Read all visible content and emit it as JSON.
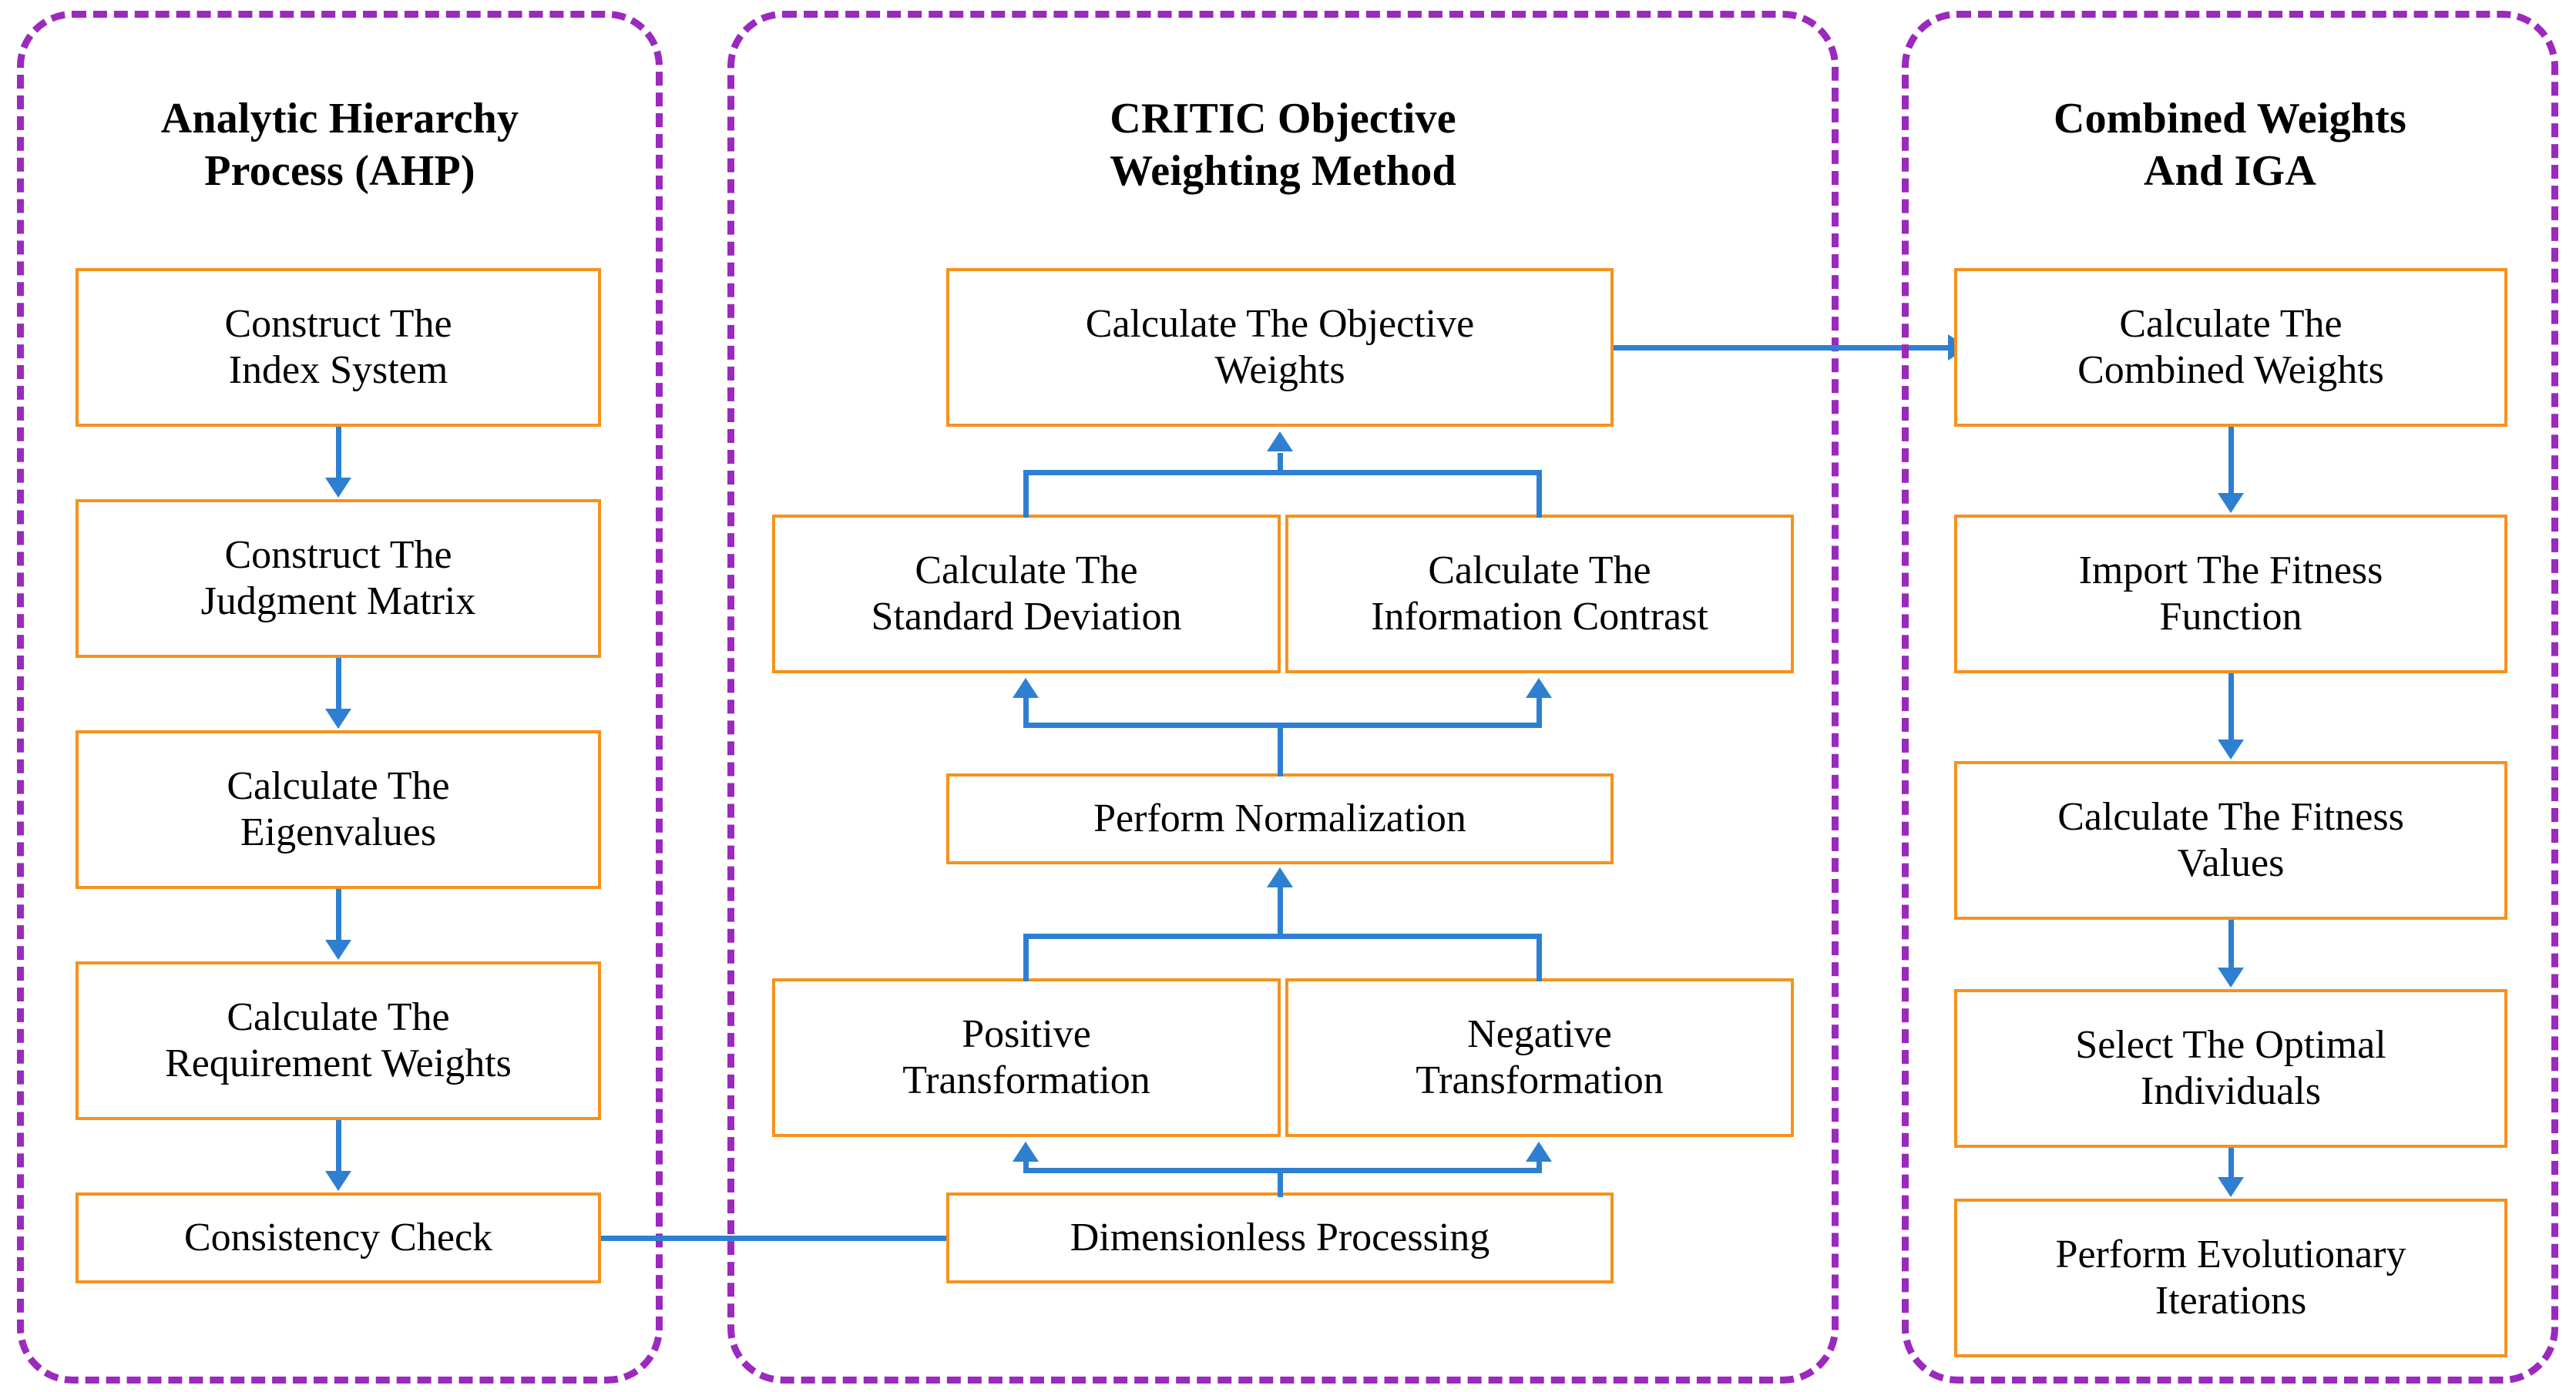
{
  "colors": {
    "panel_border": "#9B29BE",
    "node_border": "#F7911E",
    "connector": "#2E7FD2",
    "text": "#000000",
    "background": "#FFFFFF"
  },
  "panels": [
    {
      "id": "ahp",
      "title": "Analytic Hierarchy\nProcess (AHP)",
      "nodes": [
        {
          "id": "ahp-1",
          "label": "Construct The\nIndex System"
        },
        {
          "id": "ahp-2",
          "label": "Construct The\nJudgment Matrix"
        },
        {
          "id": "ahp-3",
          "label": "Calculate The\nEigenvalues"
        },
        {
          "id": "ahp-4",
          "label": "Calculate The\nRequirement Weights"
        },
        {
          "id": "ahp-5",
          "label": "Consistency Check"
        }
      ]
    },
    {
      "id": "critic",
      "title": "CRITIC Objective\nWeighting Method",
      "nodes": [
        {
          "id": "critic-1",
          "label": "Calculate The Objective\nWeights"
        },
        {
          "id": "critic-2",
          "label": "Calculate The\nStandard Deviation"
        },
        {
          "id": "critic-3",
          "label": "Calculate The\nInformation Contrast"
        },
        {
          "id": "critic-4",
          "label": "Perform Normalization"
        },
        {
          "id": "critic-5",
          "label": "Positive\nTransformation"
        },
        {
          "id": "critic-6",
          "label": "Negative\nTransformation"
        },
        {
          "id": "critic-7",
          "label": "Dimensionless Processing"
        }
      ]
    },
    {
      "id": "iga",
      "title": "Combined Weights\nAnd IGA",
      "nodes": [
        {
          "id": "iga-1",
          "label": "Calculate The\nCombined Weights"
        },
        {
          "id": "iga-2",
          "label": "Import The  Fitness\nFunction"
        },
        {
          "id": "iga-3",
          "label": "Calculate The  Fitness\nValues"
        },
        {
          "id": "iga-4",
          "label": "Select The  Optimal\nIndividuals"
        },
        {
          "id": "iga-5",
          "label": "Perform Evolutionary\nIterations"
        }
      ]
    }
  ],
  "flow": {
    "ahp_chain": [
      "ahp-1",
      "ahp-2",
      "ahp-3",
      "ahp-4",
      "ahp-5"
    ],
    "critic_chain_up": [
      "critic-7",
      [
        "critic-5",
        "critic-6"
      ],
      "critic-4",
      [
        "critic-2",
        "critic-3"
      ],
      "critic-1"
    ],
    "iga_chain": [
      "iga-1",
      "iga-2",
      "iga-3",
      "iga-4",
      "iga-5"
    ],
    "cross_links": [
      {
        "from": "ahp-5",
        "to": "critic-7",
        "direction": "right"
      },
      {
        "from": "critic-1",
        "to": "iga-1",
        "direction": "right"
      }
    ]
  }
}
